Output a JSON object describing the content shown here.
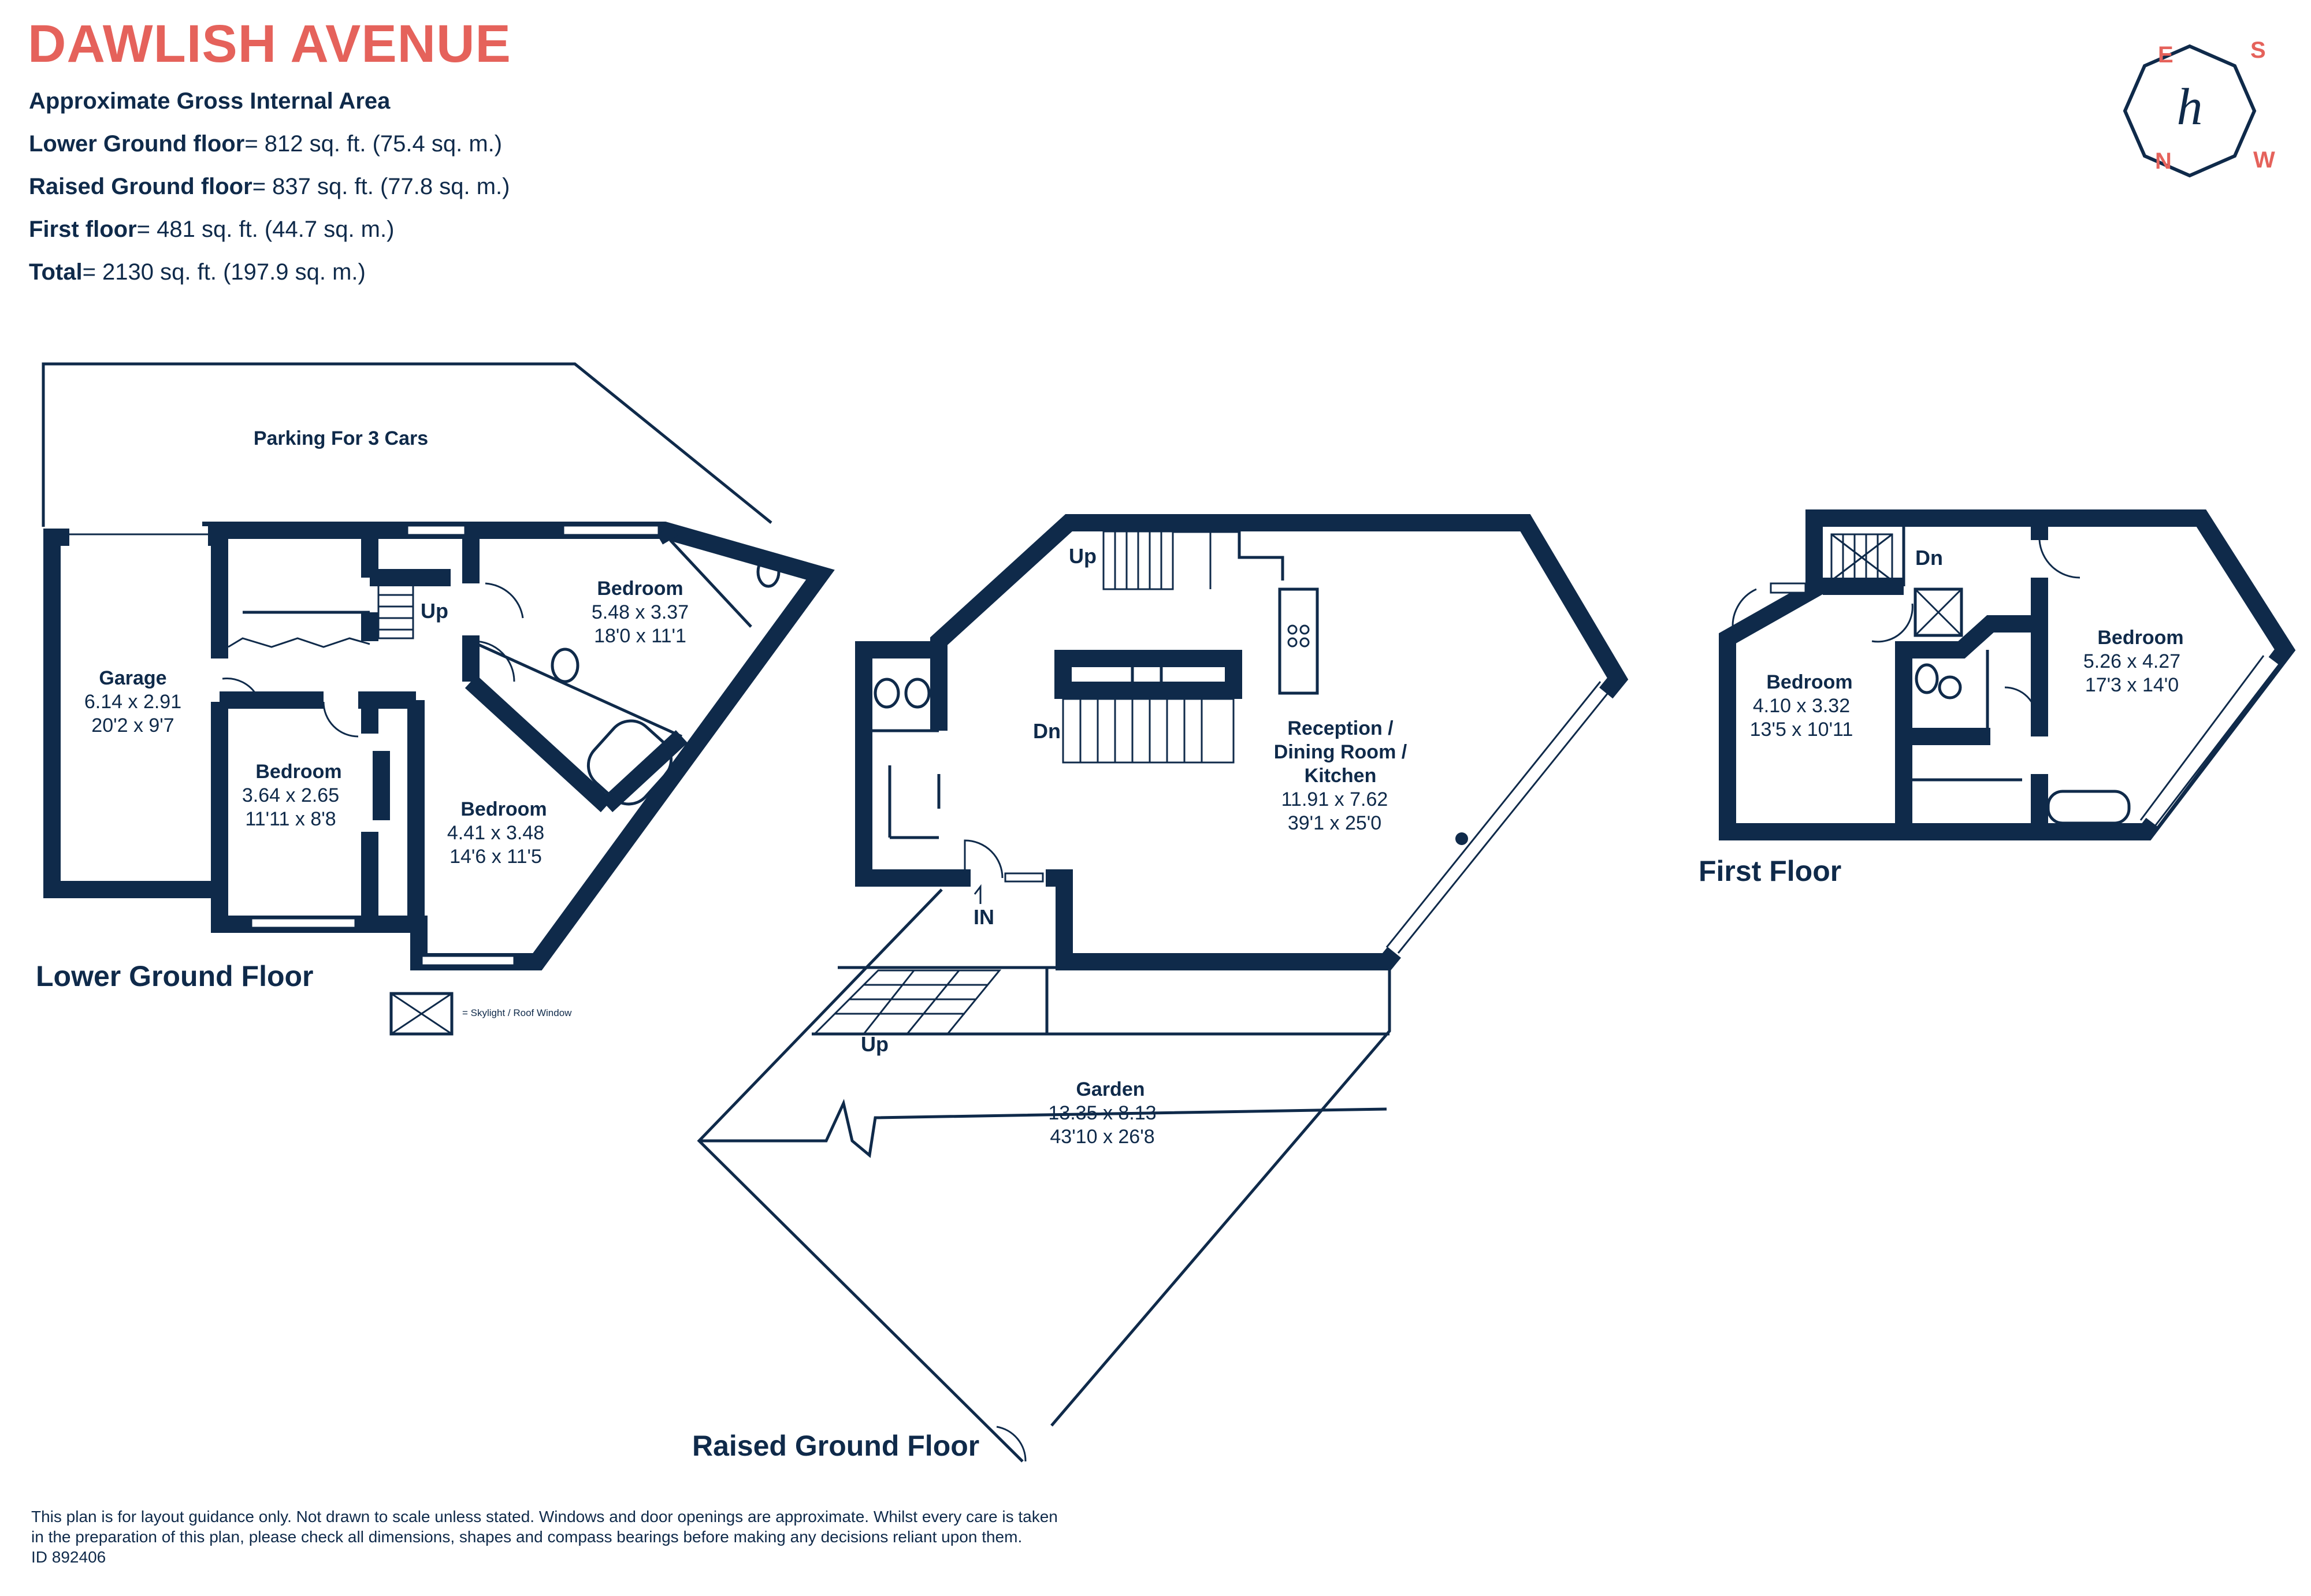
{
  "title": "DAWLISH AVENUE",
  "area": {
    "heading": "Approximate Gross Internal Area",
    "rows": [
      {
        "label": "Lower Ground floor",
        "value": "= 812 sq. ft. (75.4 sq. m.)"
      },
      {
        "label": "Raised Ground floor",
        "value": "= 837 sq. ft. (77.8 sq. m.)"
      },
      {
        "label": "First floor",
        "value": "= 481 sq. ft. (44.7 sq. m.)"
      },
      {
        "label": "Total",
        "value": "= 2130 sq. ft. (197.9 sq. m.)"
      }
    ]
  },
  "compass": {
    "letters": [
      "E",
      "S",
      "N",
      "W"
    ],
    "mark": "h"
  },
  "colors": {
    "accent": "#e5625b",
    "ink": "#0f2a4a"
  },
  "lower_ground": {
    "label": "Lower Ground Floor",
    "parking": "Parking For 3 Cars",
    "garage": {
      "name": "Garage",
      "metric": "6.14 x 2.91",
      "imperial": "20'2 x 9'7"
    },
    "bedroom_a": {
      "name": "Bedroom",
      "metric": "5.48 x 3.37",
      "imperial": "18'0 x 11'1"
    },
    "bedroom_b": {
      "name": "Bedroom",
      "metric": "3.64 x 2.65",
      "imperial": "11'11 x 8'8"
    },
    "bedroom_c": {
      "name": "Bedroom",
      "metric": "4.41 x 3.48",
      "imperial": "14'6 x 11'5"
    },
    "stair": "Up"
  },
  "key": {
    "text": "= Skylight / Roof Window"
  },
  "raised_ground": {
    "label": "Raised Ground Floor",
    "reception": {
      "line1": "Reception /",
      "line2": "Dining Room /",
      "line3": "Kitchen",
      "metric": "11.91 x 7.62",
      "imperial": "39'1 x 25'0"
    },
    "garden": {
      "name": "Garden",
      "metric": "13.35 x 8.13",
      "imperial": "43'10 x 26'8"
    },
    "stair_up": "Up",
    "stair_dn": "Dn",
    "garden_up": "Up",
    "entrance": "IN"
  },
  "first_floor": {
    "label": "First Floor",
    "bedroom_a": {
      "name": "Bedroom",
      "metric": "4.10 x 3.32",
      "imperial": "13'5 x 10'11"
    },
    "bedroom_b": {
      "name": "Bedroom",
      "metric": "5.26 x 4.27",
      "imperial": "17'3 x 14'0"
    },
    "stair": "Dn"
  },
  "disclaimer": {
    "line1": "This plan is for layout guidance only. Not drawn to scale unless stated. Windows and door openings are approximate. Whilst every care is taken",
    "line2": "in the preparation of this plan, please check all dimensions, shapes and compass bearings before making any decisions reliant upon them.",
    "line3": "ID 892406"
  }
}
